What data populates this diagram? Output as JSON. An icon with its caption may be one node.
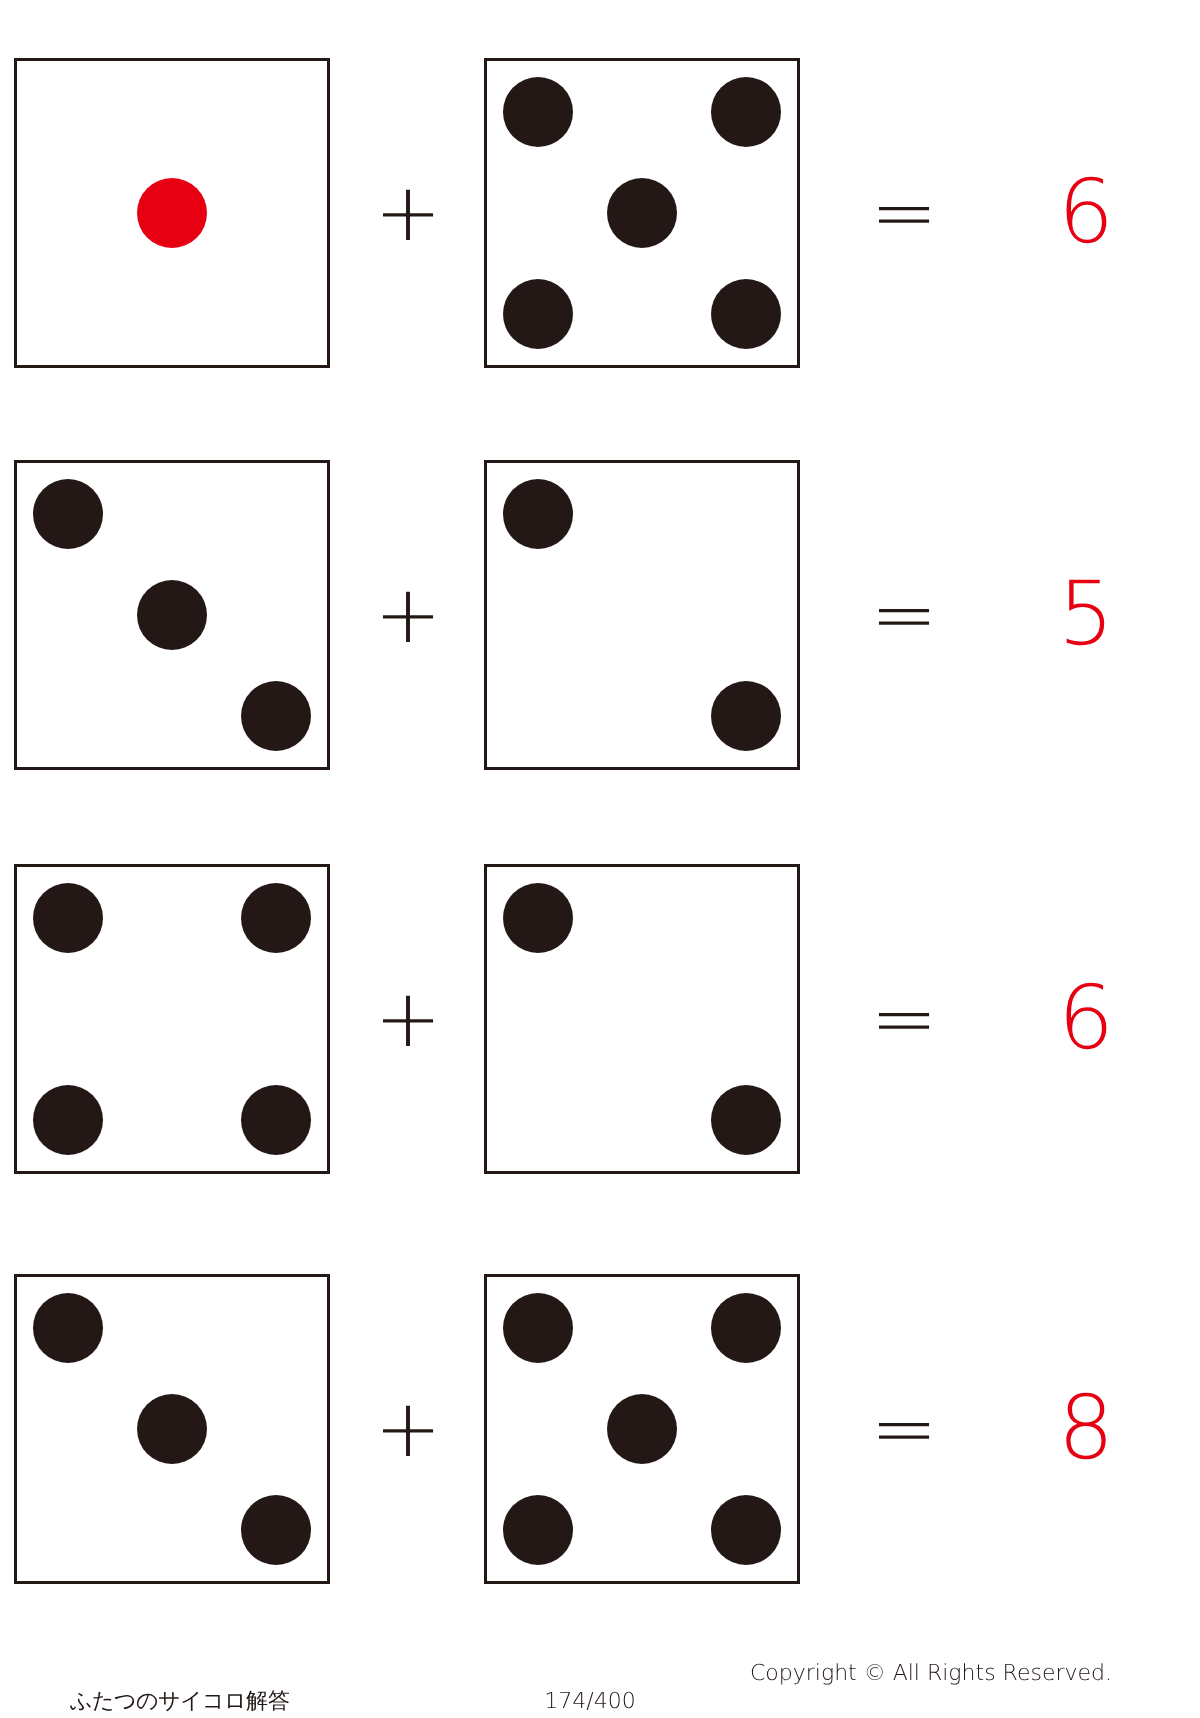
{
  "diagram": {
    "labels": [
      "+",
      "=",
      "6",
      "+",
      "=",
      "5",
      "+",
      "=",
      "6",
      "+",
      "=",
      "8",
      "ふたつのサイコロ解答",
      "174/400",
      "Copyright © All Rights Reserved."
    ]
  }
}
